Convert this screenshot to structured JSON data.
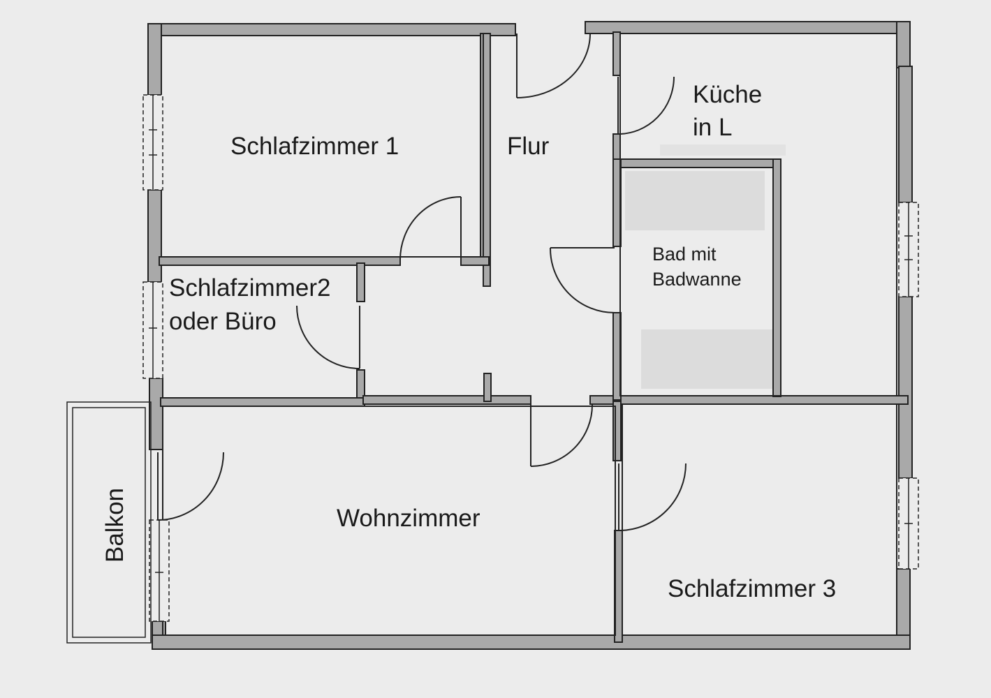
{
  "plan": {
    "rooms": {
      "schlafzimmer1": "Schlafzimmer 1",
      "flur": "Flur",
      "kueche_line1": "Küche",
      "kueche_line2": "in L",
      "bad_line1": "Bad mit",
      "bad_line2": "Badwanne",
      "schlafzimmer2_line1": "Schlafzimmer2",
      "schlafzimmer2_line2": "oder Büro",
      "wohnzimmer": "Wohnzimmer",
      "balkon": "Balkon",
      "schlafzimmer3": "Schlafzimmer 3"
    },
    "colors": {
      "paper": "#ececec",
      "wall_fill": "#a9a9a9",
      "wall_stroke": "#222222",
      "text": "#1a1a1a"
    }
  }
}
